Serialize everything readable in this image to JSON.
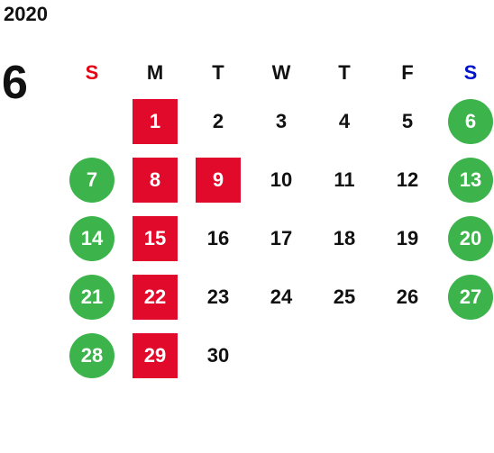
{
  "year": "2020",
  "month": "6",
  "colors": {
    "sunday_header": "#e60012",
    "saturday_header": "#0012cc",
    "weekday_header": "#111111",
    "square_highlight": "#e20a2a",
    "circle_highlight": "#3cb44b",
    "highlight_text": "#ffffff"
  },
  "weekdays": [
    "S",
    "M",
    "T",
    "W",
    "T",
    "F",
    "S"
  ],
  "weeks": [
    [
      {
        "day": ""
      },
      {
        "day": "1",
        "mark": "square"
      },
      {
        "day": "2"
      },
      {
        "day": "3"
      },
      {
        "day": "4"
      },
      {
        "day": "5"
      },
      {
        "day": "6",
        "mark": "circle"
      }
    ],
    [
      {
        "day": "7",
        "mark": "circle"
      },
      {
        "day": "8",
        "mark": "square"
      },
      {
        "day": "9",
        "mark": "square"
      },
      {
        "day": "10"
      },
      {
        "day": "11"
      },
      {
        "day": "12"
      },
      {
        "day": "13",
        "mark": "circle"
      }
    ],
    [
      {
        "day": "14",
        "mark": "circle"
      },
      {
        "day": "15",
        "mark": "square"
      },
      {
        "day": "16"
      },
      {
        "day": "17"
      },
      {
        "day": "18"
      },
      {
        "day": "19"
      },
      {
        "day": "20",
        "mark": "circle"
      }
    ],
    [
      {
        "day": "21",
        "mark": "circle"
      },
      {
        "day": "22",
        "mark": "square"
      },
      {
        "day": "23"
      },
      {
        "day": "24"
      },
      {
        "day": "25"
      },
      {
        "day": "26"
      },
      {
        "day": "27",
        "mark": "circle"
      }
    ],
    [
      {
        "day": "28",
        "mark": "circle"
      },
      {
        "day": "29",
        "mark": "square"
      },
      {
        "day": "30"
      },
      {
        "day": ""
      },
      {
        "day": ""
      },
      {
        "day": ""
      },
      {
        "day": ""
      }
    ]
  ]
}
